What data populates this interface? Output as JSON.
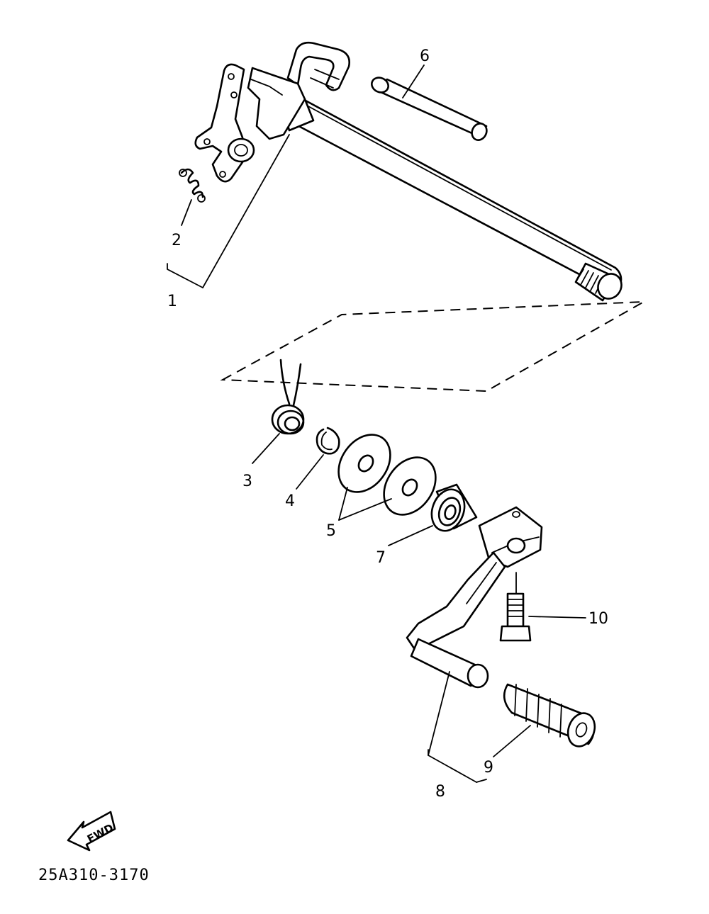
{
  "callouts": [
    {
      "id": "1",
      "label": "1"
    },
    {
      "id": "2",
      "label": "2"
    },
    {
      "id": "3",
      "label": "3"
    },
    {
      "id": "4",
      "label": "4"
    },
    {
      "id": "5",
      "label": "5"
    },
    {
      "id": "6",
      "label": "6"
    },
    {
      "id": "7",
      "label": "7"
    },
    {
      "id": "8",
      "label": "8"
    },
    {
      "id": "9",
      "label": "9"
    },
    {
      "id": "10",
      "label": "10"
    }
  ],
  "direction_badge": {
    "text": "FWD"
  },
  "drawing_code": "25A310-3170"
}
